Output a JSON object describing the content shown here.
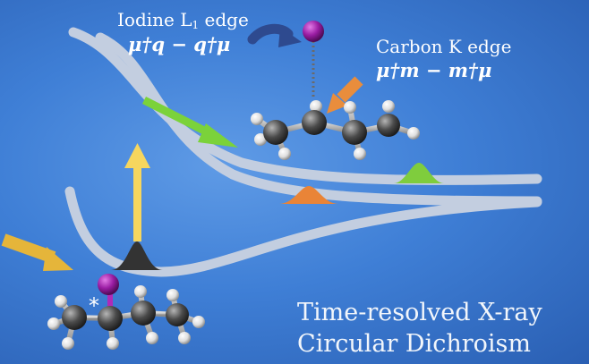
{
  "iodine": {
    "label": "Iodine L",
    "subscript": "1",
    "suffix": " edge",
    "operator": "μ†q − q†μ"
  },
  "carbon": {
    "label": "Carbon K edge",
    "operator": "μ†m − m†μ"
  },
  "title": {
    "line1": "Time-resolved X-ray",
    "line2": "Circular Dichroism"
  },
  "chiral_marker": "*",
  "colors": {
    "background": "#3f7fd6",
    "curves": "#c3cee0",
    "excitation_arrow": "#f6d65e",
    "probe_arrow": "#7bd23a",
    "iodine_xray_arrow": "#2e4a8f",
    "carbon_xray_arrow": "#e98d3c",
    "ground_wavepacket": "#333333",
    "orange_wavepacket": "#e98437",
    "green_wavepacket": "#7fcd3d",
    "carbon_atom": "#4a4a4a",
    "hydrogen_atom": "#eeeeee",
    "iodine_atom": "#9a1da3"
  }
}
